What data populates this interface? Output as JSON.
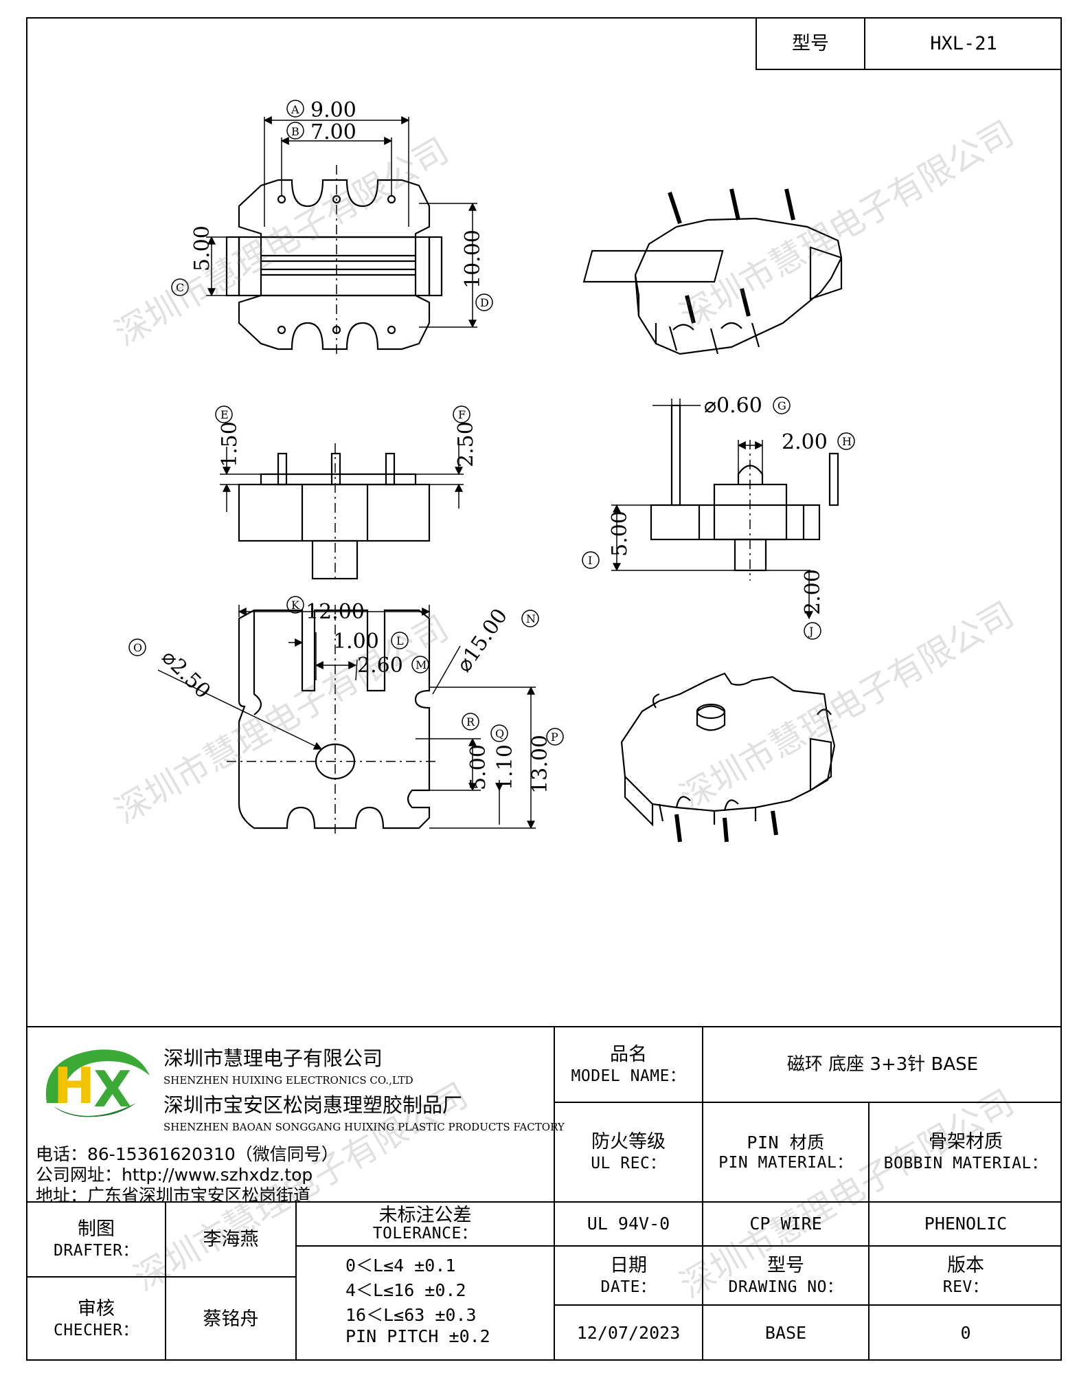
{
  "header": {
    "model_label": "型号",
    "model_value": "HXL-21"
  },
  "dimensions": {
    "A": "9.00",
    "B": "7.00",
    "C": "5.00",
    "D": "10.00",
    "E": "1.50",
    "F": "2.50",
    "G": "⌀0.60",
    "H": "2.00",
    "I": "5.00",
    "J": "2.00",
    "K": "12.00",
    "L": "1.00",
    "M": "2.60",
    "N": "⌀15.00",
    "O": "⌀2.50",
    "P": "13.00",
    "Q": "1.10",
    "R": "5.00"
  },
  "watermark": "深圳市慧理电子有限公司",
  "company": {
    "name_cn": "深圳市慧理电子有限公司",
    "name_en": "SHENZHEN HUIXING ELECTRONICS CO.,LTD",
    "factory_cn": "深圳市宝安区松岗惠理塑胶制品厂",
    "factory_en": "SHENZHEN BAOAN SONGGANG HUIXING PLASTIC PRODUCTS FACTORY",
    "phone": "电话：86-15361620310（微信同号）",
    "website": "公司网址：http://www.szhxdz.top",
    "address": "地址：广东省深圳市宝安区松岗街道"
  },
  "logo": {
    "text": "HX",
    "colors": {
      "green": "#3aa935",
      "yellow": "#f2c400",
      "dark_green": "#1e7a2e"
    }
  },
  "title_block": {
    "model_name_label_cn": "品名",
    "model_name_label_en": "MODEL NAME：",
    "model_name_value": "磁环 底座 3+3针 BASE",
    "ul_label_cn": "防火等级",
    "ul_label_en": "UL REC：",
    "pin_label_cn": "PIN 材质",
    "pin_label_en": "PIN MATERIAL：",
    "bobbin_label_cn": "骨架材质",
    "bobbin_label_en": "BOBBIN MATERIAL：",
    "ul_value": "UL 94V-0",
    "pin_value": "CP WIRE",
    "bobbin_value": "PHENOLIC",
    "drafter_label_cn": "制图",
    "drafter_label_en": "DRAFTER：",
    "drafter_value": "李海燕",
    "checker_label_cn": "审核",
    "checker_label_en": "CHECHER：",
    "checker_value": "蔡铭舟",
    "tolerance_label_cn": "未标注公差",
    "tolerance_label_en": "TOLERANCE：",
    "tolerances": [
      "0＜L≤4  ±0.1",
      "4＜L≤16 ±0.2",
      "16＜L≤63 ±0.3",
      "PIN PITCH ±0.2"
    ],
    "date_label_cn": "日期",
    "date_label_en": "DATE：",
    "date_value": "12/07/2023",
    "drawing_no_label_cn": "型号",
    "drawing_no_label_en": "DRAWING NO：",
    "drawing_no_value": "BASE",
    "rev_label_cn": "版本",
    "rev_label_en": "REV：",
    "rev_value": "0"
  }
}
